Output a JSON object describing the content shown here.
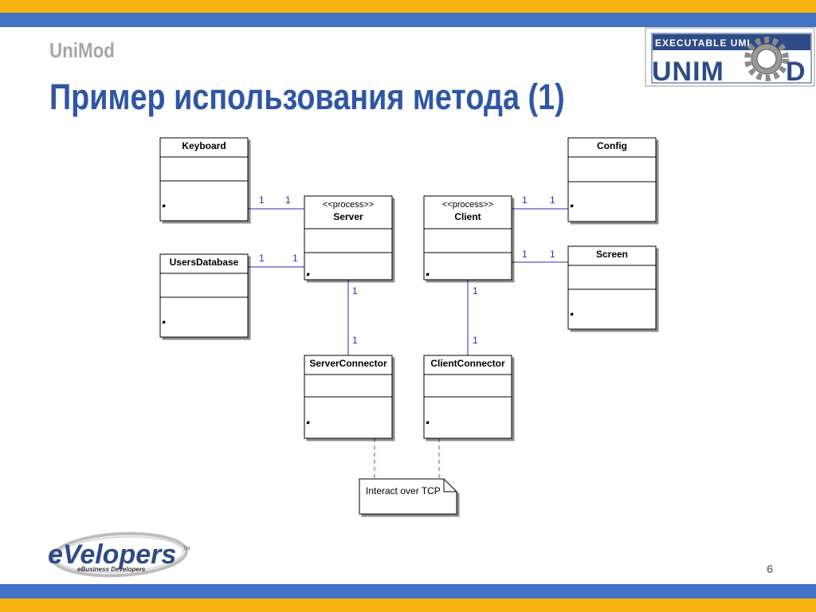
{
  "header": {
    "breadcrumb": "UniMod",
    "title": "Пример использования метода (1)"
  },
  "logos": {
    "unimod": {
      "tagline": "EXECUTABLE UML",
      "wordmark_left": "UNIM",
      "wordmark_right": "D"
    },
    "evelopers": {
      "wordmark": "eVelopers",
      "trademark": "TM",
      "tagline": "eBusiness Developers"
    }
  },
  "diagram": {
    "classes": {
      "keyboard": {
        "name": "Keyboard"
      },
      "users_database": {
        "name": "UsersDatabase"
      },
      "server": {
        "stereotype": "<<process>>",
        "name": "Server"
      },
      "client": {
        "stereotype": "<<process>>",
        "name": "Client"
      },
      "config": {
        "name": "Config"
      },
      "screen": {
        "name": "Screen"
      },
      "server_connector": {
        "name": "ServerConnector"
      },
      "client_connector": {
        "name": "ClientConnector"
      }
    },
    "associations": {
      "keyboard_server": {
        "end_a": "1",
        "end_b": "1"
      },
      "usersdb_server": {
        "end_a": "1",
        "end_b": "1"
      },
      "client_config": {
        "end_a": "1",
        "end_b": "1"
      },
      "client_screen": {
        "end_a": "1",
        "end_b": "1"
      },
      "server_connector": {
        "end_a": "1",
        "end_b": "1"
      },
      "client_connector": {
        "end_a": "1",
        "end_b": "1"
      }
    },
    "note": {
      "text": "Interact over TCP"
    }
  },
  "footer": {
    "page_number": "6"
  },
  "colors": {
    "gold_band": "#f6b312",
    "blue_band": "#4472c4",
    "title_blue": "#2e56a6",
    "association_line": "#2b2bb8",
    "note_link": "#9a3cb0"
  }
}
